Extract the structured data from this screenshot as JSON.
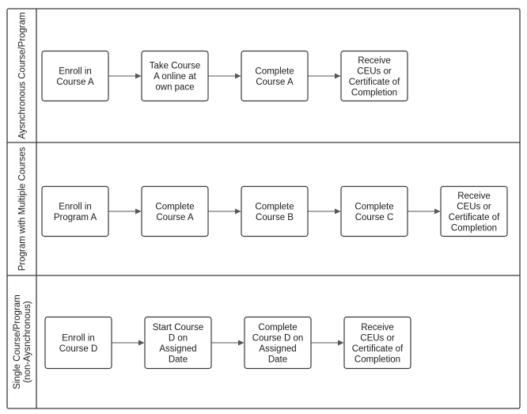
{
  "lanes": [
    {
      "label_lines": [
        "Aysnchronous Course/Program"
      ],
      "steps": [
        {
          "lines": [
            "Enroll in",
            "Course A"
          ]
        },
        {
          "lines": [
            "Take Course",
            "A online at",
            "own pace"
          ]
        },
        {
          "lines": [
            "Complete",
            "Course A"
          ]
        },
        {
          "lines": [
            "Receive",
            "CEUs or",
            "Certificate of",
            "Completion"
          ]
        }
      ]
    },
    {
      "label_lines": [
        "Program with Multiple Courses"
      ],
      "steps": [
        {
          "lines": [
            "Enroll in",
            "Program A"
          ]
        },
        {
          "lines": [
            "Complete",
            "Course A"
          ]
        },
        {
          "lines": [
            "Complete",
            "Course B"
          ]
        },
        {
          "lines": [
            "Complete",
            "Course C"
          ]
        },
        {
          "lines": [
            "Receive",
            "CEUs or",
            "Certificate of",
            "Completion"
          ]
        }
      ]
    },
    {
      "label_lines": [
        "Single Course/Program",
        "(non-Aysnchronous)"
      ],
      "steps": [
        {
          "lines": [
            "Enroll in",
            "Course D"
          ]
        },
        {
          "lines": [
            "Start Course",
            "D on",
            "Assigned",
            "Date"
          ]
        },
        {
          "lines": [
            "Complete",
            "Course D on",
            "Assigned",
            "Date"
          ]
        },
        {
          "lines": [
            "Receive",
            "CEUs or",
            "Certificate of",
            "Completion"
          ]
        }
      ]
    }
  ],
  "colors": {
    "stroke": "#3a3a3a",
    "arrow": "#555555",
    "box_fill": "#ffffff",
    "text": "#1a1a1a"
  }
}
